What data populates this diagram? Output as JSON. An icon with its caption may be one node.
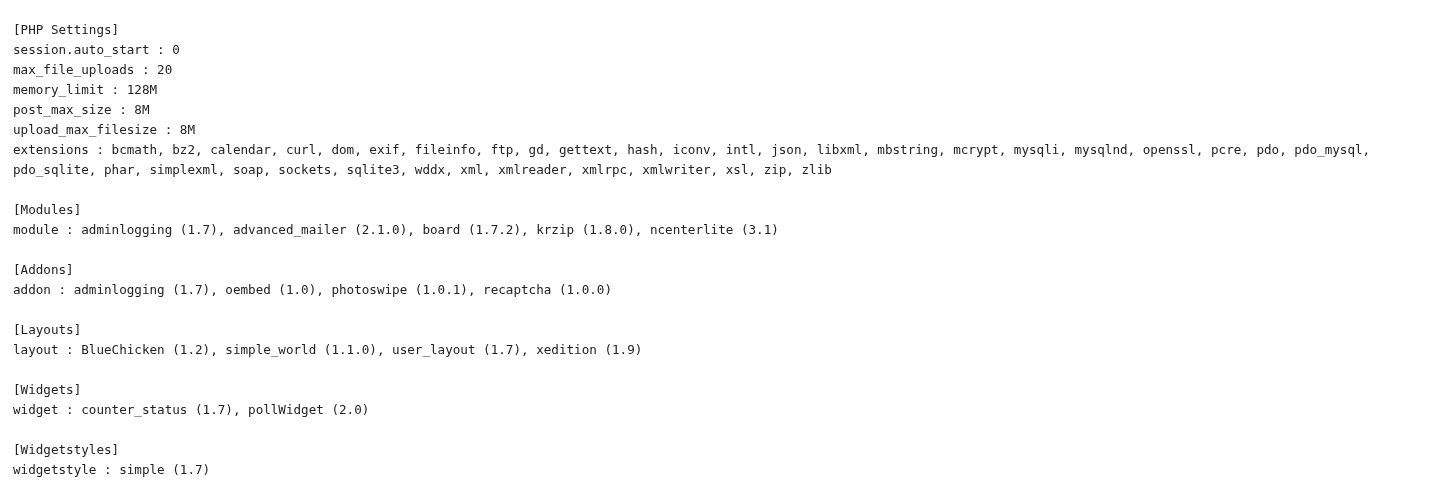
{
  "diagram": {
    "labels": [
      "[PHP Settings]",
      "session.auto_start : 0",
      "max_file_uploads : 20",
      "memory_limit : 128M",
      "post_max_size : 8M",
      "upload_max_filesize : 8M",
      "extensions : bcmath, bz2, calendar, curl, dom, exif, fileinfo, ftp, gd, gettext, hash, iconv, intl, json, libxml, mbstring, mcrypt, mysqli, mysqlnd, openssl, pcre, pdo, pdo_mysql, pdo_sqlite, phar, simplexml, soap, sockets, sqlite3, wddx, xml, xmlreader, xmlrpc, xmlwriter, xsl, zip, zlib",
      "[Modules]",
      "module : adminlogging (1.7), advanced_mailer (2.1.0), board (1.7.2), krzip (1.8.0), ncenterlite (3.1)",
      "[Addons]",
      "addon : adminlogging (1.7), oembed (1.0), photoswipe (1.0.1), recaptcha (1.0.0)",
      "[Layouts]",
      "layout : BlueChicken (1.2), simple_world (1.1.0), user_layout (1.7), xedition (1.9)",
      "[Widgets]",
      "widget : counter_status (1.7), pollWidget (2.0)",
      "[Widgetstyles]",
      "widgetstyle : simple (1.7)"
    ]
  }
}
